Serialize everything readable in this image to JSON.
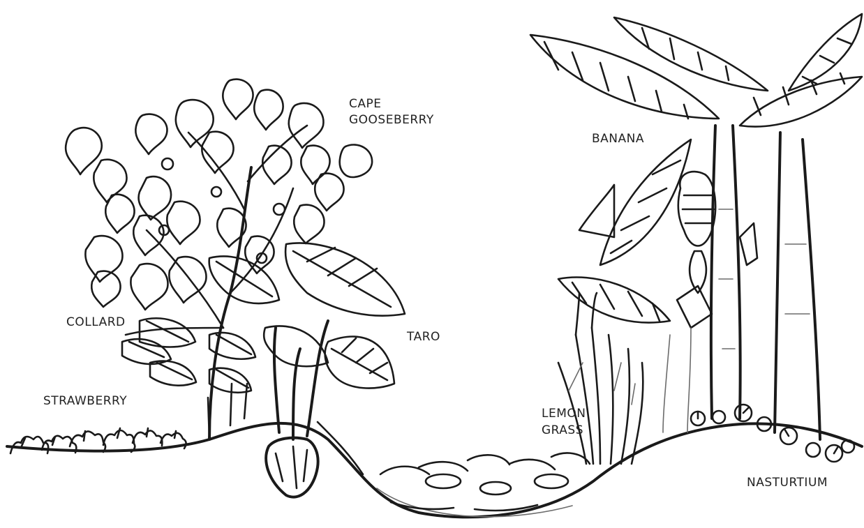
{
  "labels": {
    "cape_gooseberry_line1": "CAPE",
    "cape_gooseberry_line2": "GOOSEBERRY",
    "banana": "BANANA",
    "collard": "COLLARD",
    "taro": "TARO",
    "strawberry": "STRAWBERRY",
    "lemon_grass_line1": "LEMON",
    "lemon_grass_line2": "GRASS",
    "nasturtium": "NASTURTIUM"
  },
  "colors": {
    "ink": "#1a1a1a",
    "ink_gray": "#6b6b6b",
    "label_text": "#222222",
    "background": "#ffffff"
  }
}
